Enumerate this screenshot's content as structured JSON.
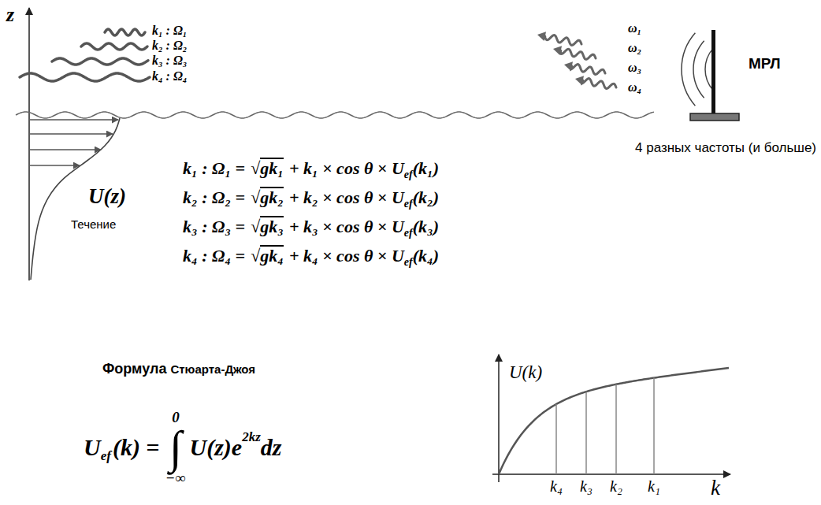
{
  "diagram": {
    "labels": [
      "z",
      "k₁ : Ω₁",
      "k₂ : Ω₂",
      "k₃ : Ω₃",
      "k₄ : Ω₄",
      "ω₁",
      "ω₂",
      "ω₃",
      "ω₄",
      "МРЛ",
      "4 разных частоты (и больше)",
      "U(z)",
      "Течение",
      "k₁ : Ω₁ =",
      "√",
      "gk₁",
      "+ k₁ × cos θ × U",
      "ef",
      "(k₁)",
      "k₂ : Ω₂ =",
      "√",
      "gk₂",
      "+ k₂ × cos θ × U",
      "ef",
      "(k₂)",
      "k₃ : Ω₃ =",
      "√",
      "gk₃",
      "+ k₃ × cos θ × U",
      "ef",
      "(k₃)",
      "k₄ : Ω₄ =",
      "√",
      "gk₄",
      "+ k₄ × cos θ × U",
      "ef",
      "(k₄)",
      "Формула",
      "Стюарта-Джоя",
      "U",
      "ef",
      "(k) =",
      "0",
      "∫",
      "−∞",
      "U(z)e",
      "2kz",
      "dz",
      "U(k)",
      "k₄",
      "k₃",
      "k₂",
      "k₁",
      "k"
    ]
  }
}
